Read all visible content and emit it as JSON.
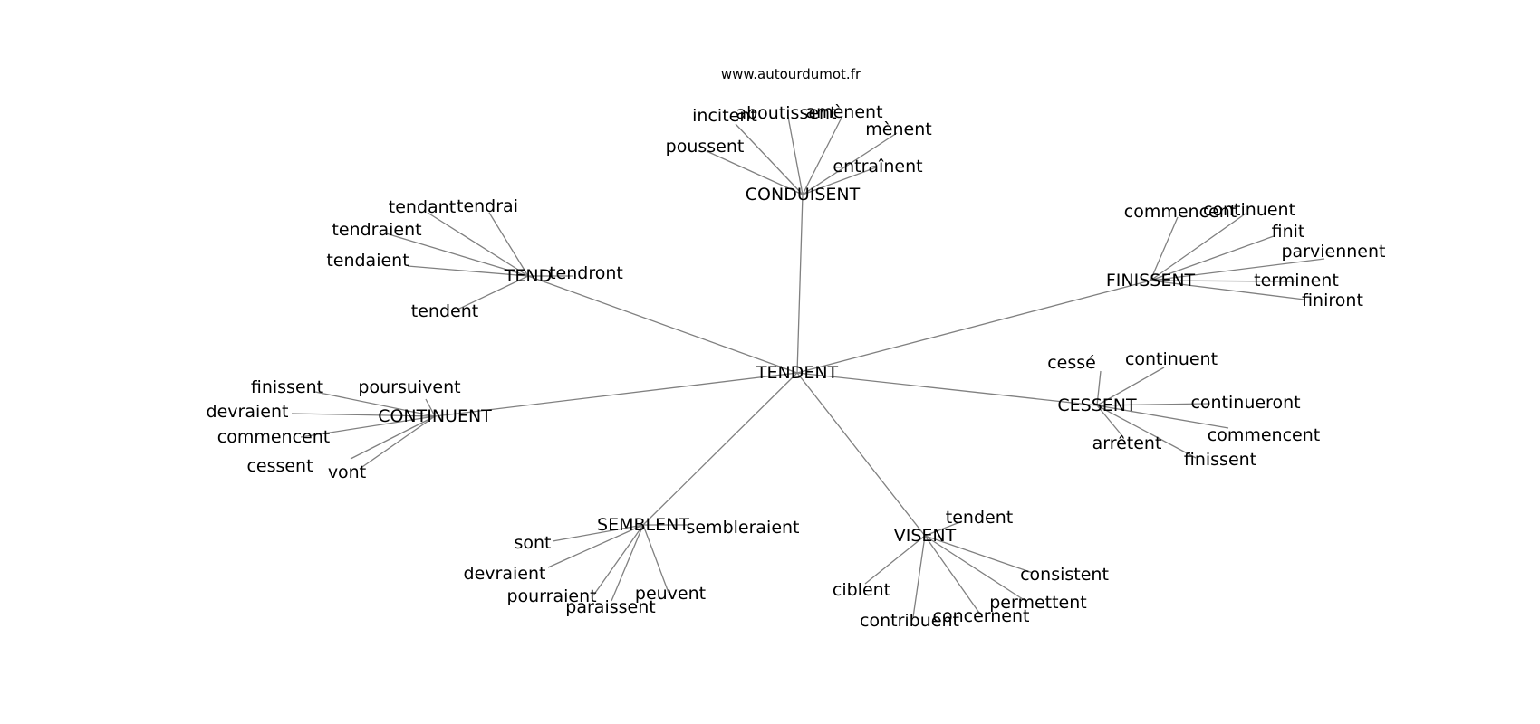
{
  "source": "www.autourdumot.fr",
  "graph": {
    "center": "TENDENT",
    "branches": [
      {
        "hub": "CONDUISENT",
        "leaves": [
          "incitent",
          "aboutissent",
          "amènent",
          "mènent",
          "poussent",
          "entraînent"
        ]
      },
      {
        "hub": "TEND",
        "leaves": [
          "tendant",
          "tendrai",
          "tendraient",
          "tendaient",
          "tendront",
          "tendent"
        ]
      },
      {
        "hub": "FINISSENT",
        "leaves": [
          "commencent",
          "continuent",
          "finit",
          "parviennent",
          "terminent",
          "finiront"
        ]
      },
      {
        "hub": "CONTINUENT",
        "leaves": [
          "finissent",
          "poursuivent",
          "devraient",
          "commencent",
          "cessent",
          "vont"
        ]
      },
      {
        "hub": "CESSENT",
        "leaves": [
          "cessé",
          "continuent",
          "continueront",
          "commencent",
          "arrêtent",
          "finissent"
        ]
      },
      {
        "hub": "SEMBLENT",
        "leaves": [
          "sembleraient",
          "sont",
          "devraient",
          "pourraient",
          "paraissent",
          "peuvent"
        ]
      },
      {
        "hub": "VISENT",
        "leaves": [
          "tendent",
          "consistent",
          "ciblent",
          "permettent",
          "concernent",
          "contribuent"
        ]
      }
    ]
  }
}
